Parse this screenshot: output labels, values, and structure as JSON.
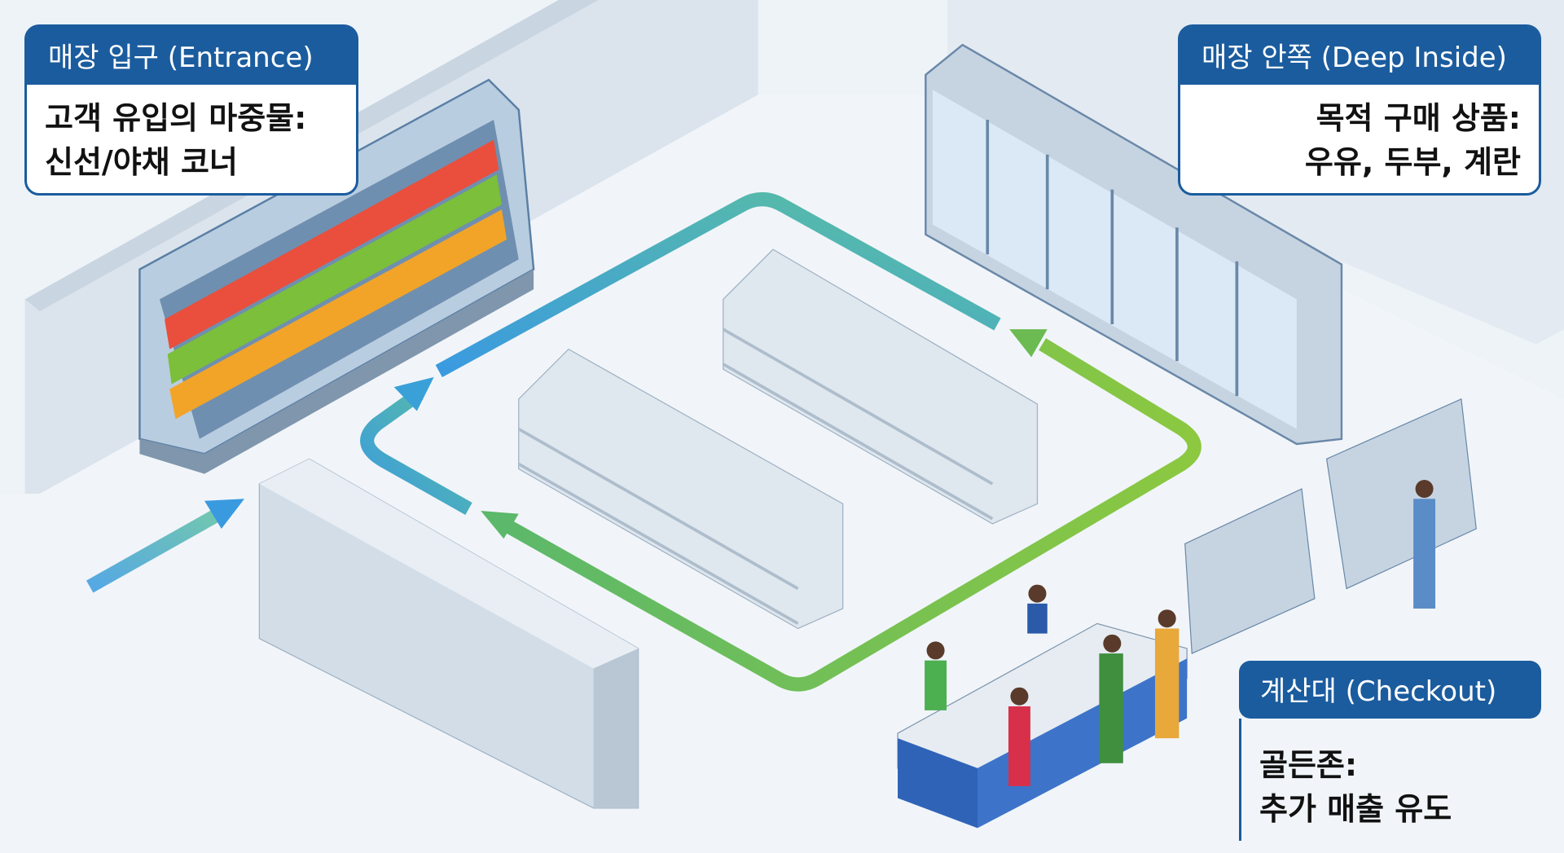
{
  "callouts": {
    "entrance": {
      "title": "매장 입구 (Entrance)",
      "line1": "고객 유입의 마중물:",
      "line2": "신선/야채 코너"
    },
    "deep_inside": {
      "title": "매장 안쪽 (Deep Inside)",
      "line1": "목적 구매 상품:",
      "line2": "우유, 두부, 계란"
    },
    "checkout": {
      "title": "계산대 (Checkout)",
      "line1": "골든존:",
      "line2": "추가 매출 유도"
    }
  },
  "colors": {
    "label_blue": "#1b5c9e",
    "path_blue": "#3a9ae0",
    "path_green": "#7cc243",
    "floor": "#eef3f8",
    "wall": "#dbe4ed"
  }
}
